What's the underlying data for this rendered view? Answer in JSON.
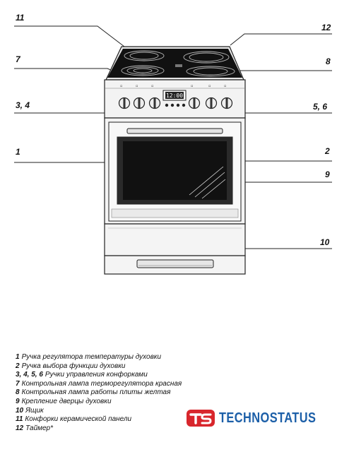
{
  "callouts": [
    {
      "id": "c11",
      "text": "11"
    },
    {
      "id": "c12",
      "text": "12"
    },
    {
      "id": "c7",
      "text": "7"
    },
    {
      "id": "c8",
      "text": "8"
    },
    {
      "id": "c34",
      "text": "3, 4"
    },
    {
      "id": "c56",
      "text": "5, 6"
    },
    {
      "id": "c1",
      "text": "1"
    },
    {
      "id": "c2",
      "text": "2"
    },
    {
      "id": "c9",
      "text": "9"
    },
    {
      "id": "c10",
      "text": "10"
    }
  ],
  "display_time": "12:00",
  "legend": [
    {
      "num": "1",
      "text": "Ручка регулятора температуры духовки"
    },
    {
      "num": "2",
      "text": "Ручка выбора функции духовки"
    },
    {
      "num": "3, 4, 5, 6",
      "text": "Ручки управления конфорками"
    },
    {
      "num": "7",
      "text": "Контрольная лампа терморегулятора красная"
    },
    {
      "num": "8",
      "text": "Контрольная лампа работы плиты  желтая"
    },
    {
      "num": "9",
      "text": "Крепление дверцы духовки"
    },
    {
      "num": "10",
      "text": "Ящик"
    },
    {
      "num": "11",
      "text": "Конфорки керамической панели"
    },
    {
      "num": "12",
      "text": "Таймер*"
    }
  ],
  "brand": {
    "name": "TECHNOSTATUS",
    "colors": {
      "mark": "#d8262c",
      "text": "#1c5fa8"
    }
  }
}
